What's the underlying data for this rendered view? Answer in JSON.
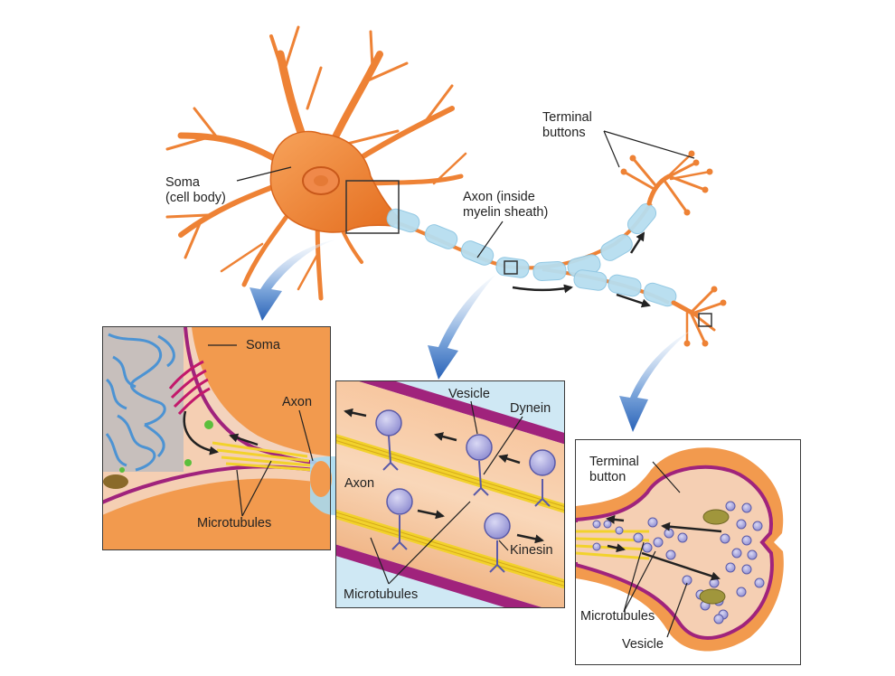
{
  "labels": {
    "soma_main": [
      "Soma",
      "(cell body)"
    ],
    "terminal_main": [
      "Terminal",
      "buttons"
    ],
    "axon_main": [
      "Axon (inside",
      "myelin sheath)"
    ],
    "panel1_soma": "Soma",
    "panel1_axon": "Axon",
    "panel1_microtubules": "Microtubules",
    "panel2_vesicle": "Vesicle",
    "panel2_dynein": "Dynein",
    "panel2_axon": "Axon",
    "panel2_kinesin": "Kinesin",
    "panel2_microtubules": "Microtubules",
    "panel3_terminal": [
      "Terminal",
      "button"
    ],
    "panel3_microtubules": "Microtubules",
    "panel3_vesicle": "Vesicle"
  },
  "colors": {
    "neuron": "#f08a3c",
    "myelin": "#a9d9ee",
    "membrane": "#a0237c",
    "cytoplasm": "#f4c9a6",
    "microtubule": "#f2d22c",
    "arrow_blue": "#2f6fc4"
  }
}
